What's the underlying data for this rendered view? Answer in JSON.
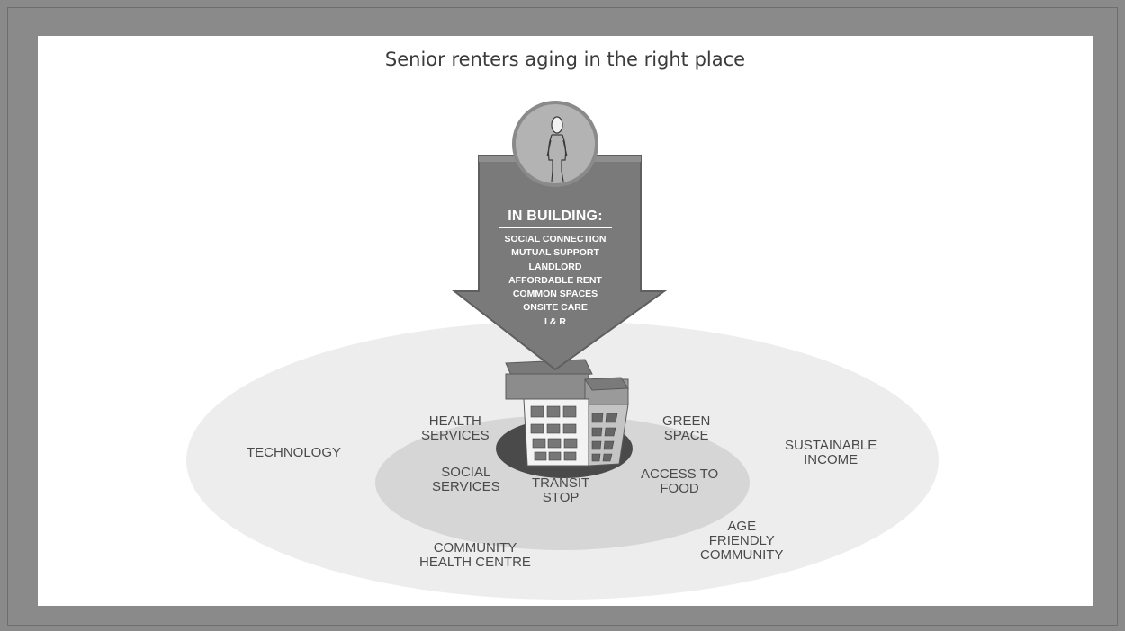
{
  "title": "Senior renters aging in the right place",
  "arrow": {
    "heading": "IN BUILDING:",
    "items": [
      "SOCIAL CONNECTION",
      "MUTUAL SUPPORT",
      "LANDLORD",
      "AFFORDABLE RENT",
      "COMMON SPACES",
      "ONSITE CARE",
      "I & R"
    ]
  },
  "inner_ring": {
    "health_services_1": "HEALTH",
    "health_services_2": "SERVICES",
    "green_space_1": "GREEN",
    "green_space_2": "SPACE",
    "social_services_1": "SOCIAL",
    "social_services_2": "SERVICES",
    "transit_stop_1": "TRANSIT",
    "transit_stop_2": "STOP",
    "access_to_food_1": "ACCESS TO",
    "access_to_food_2": "FOOD"
  },
  "outer_ring": {
    "technology": "TECHNOLOGY",
    "sustainable_income_1": "SUSTAINABLE",
    "sustainable_income_2": "INCOME",
    "community_health_1": "COMMUNITY",
    "community_health_2": "HEALTH CENTRE",
    "age_friendly_1": "AGE",
    "age_friendly_2": "FRIENDLY",
    "age_friendly_3": "COMMUNITY"
  },
  "colors": {
    "frame": "#8a8a8a",
    "outer_ellipse": "#ededed",
    "inner_ellipse": "#d6d6d6",
    "hole": "#4a4a4a",
    "arrow": "#7a7a7a",
    "text": "#4a4a4a"
  }
}
